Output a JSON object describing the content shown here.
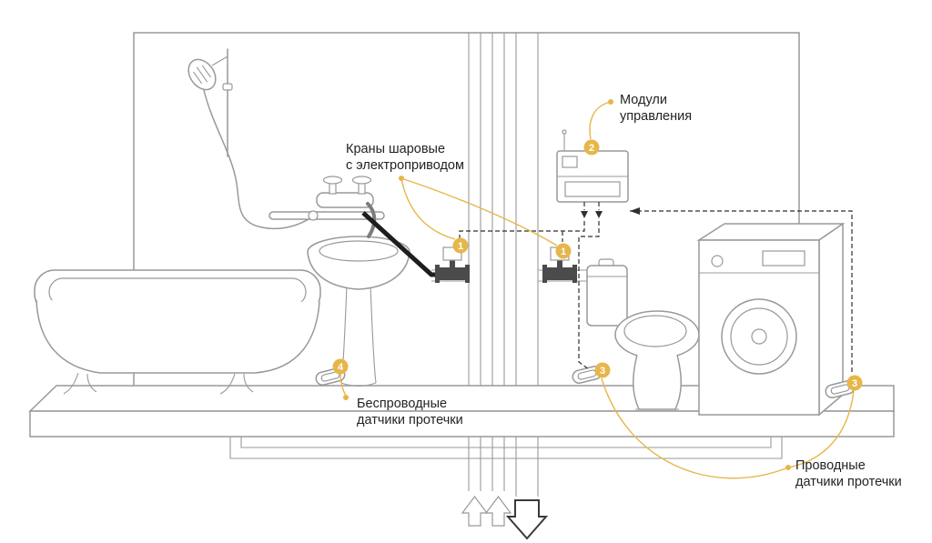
{
  "colors": {
    "accent": "#E7B64A",
    "line": "#98999B",
    "dark": "#2F2F31",
    "text": "#232323"
  },
  "labels": {
    "ball_valves": {
      "line1": "Краны шаровые",
      "line2": "с электроприводом"
    },
    "control_modules": {
      "line1": "Модули",
      "line2": "управления"
    },
    "wireless_sensors": {
      "line1": "Беспроводные",
      "line2": "датчики протечки"
    },
    "wired_sensors": {
      "line1": "Проводные",
      "line2": "датчики протечки"
    }
  },
  "badges": {
    "valve_left": "1",
    "valve_right": "1",
    "control_module": "2",
    "sensor_toilet": "3",
    "sensor_washer": "3",
    "sensor_bath": "4"
  }
}
